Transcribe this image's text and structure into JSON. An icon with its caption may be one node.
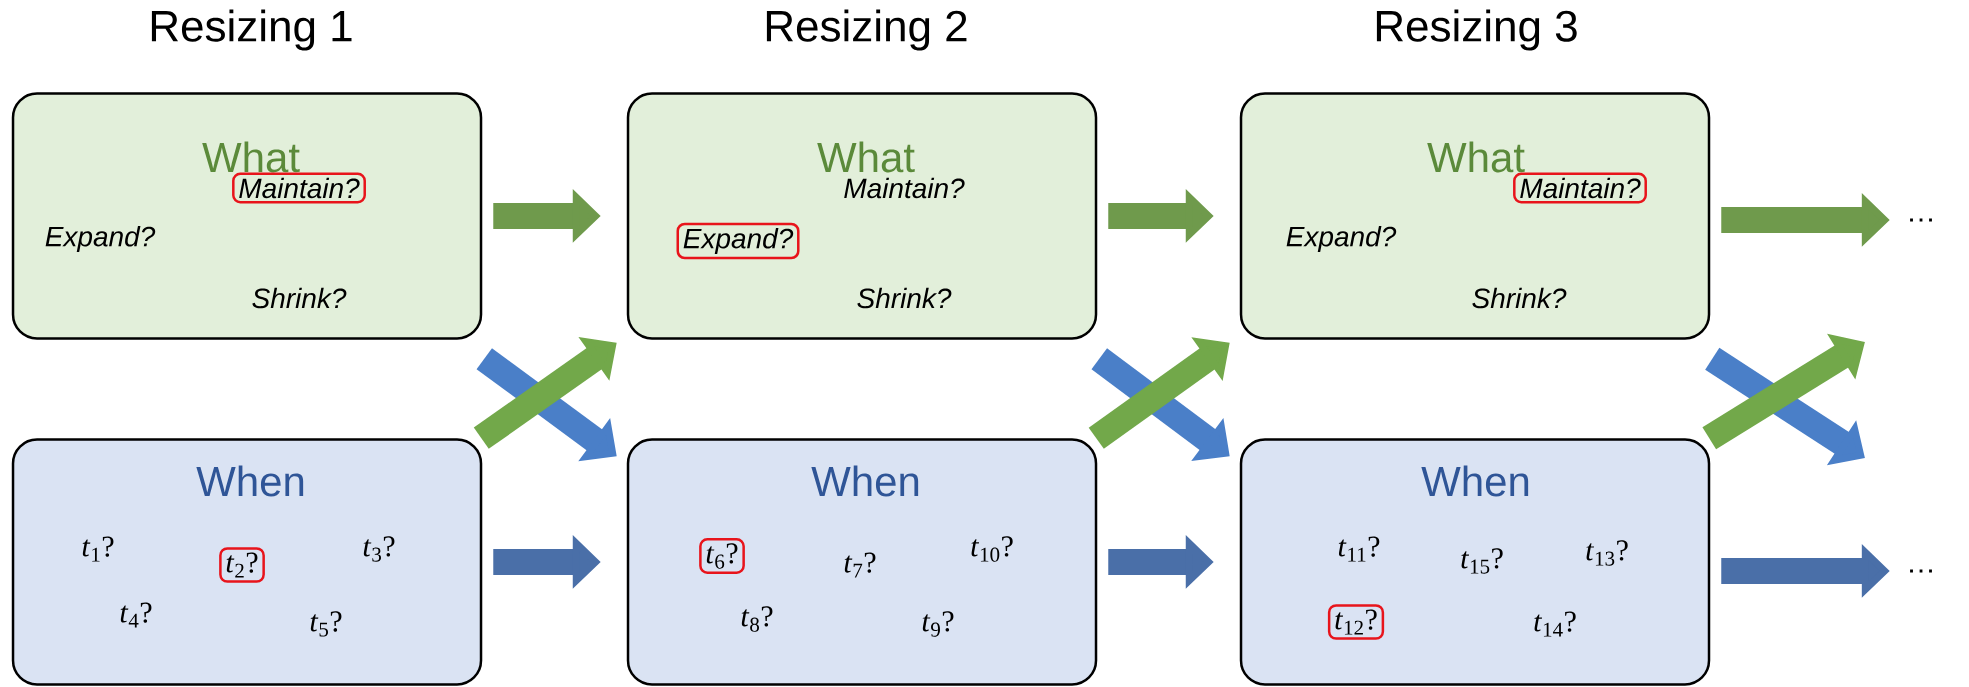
{
  "diagram": {
    "nodes": [
      {
        "text": [
          "What",
          "Expand?",
          "Shrink?"
        ]
      },
      {
        "text": [
          "Maintain?"
        ],
        "in": 0
      },
      {
        "text": [
          "When",
          "*t*$_{1}$?",
          "*t*$_{3}$?",
          "*t*$_{4}$?",
          "*t*$_{5}$?"
        ]
      },
      {
        "text": [
          "*t*$_{2}$?"
        ],
        "in": 2
      },
      {
        "text": [
          "What",
          "Maintain?",
          "Shrink?"
        ]
      },
      {
        "text": [
          "Expand?"
        ],
        "in": 4
      },
      {
        "text": [
          "When",
          "*t*$_{7}$?",
          "*t*$_{10}$?",
          "*t*$_{8}$?",
          "*t*$_{9}$?"
        ]
      },
      {
        "text": [
          "*t*$_{6}$?"
        ],
        "in": 6
      },
      {
        "text": [
          "What",
          "Expand?",
          "Shrink?"
        ]
      },
      {
        "text": [
          "Maintain?"
        ],
        "in": 8
      },
      {
        "text": [
          "When",
          "*t*$_{11}$?",
          "*t*$_{15}$?",
          "*t*$_{13}$?",
          "*t*$_{14}$?"
        ]
      },
      {
        "text": [
          "*t*$_{12}$?"
        ],
        "in": 10
      },
      {
        "text": [
          "…"
        ]
      },
      {
        "text": [
          "…"
        ]
      }
    ],
    "edges": [
      {
        "from": 0,
        "to": 4,
        "arrow": "to",
        "color": "#6f9a4c"
      },
      {
        "from": 2,
        "to": 6,
        "arrow": "to",
        "color": "#4a6fa8"
      },
      {
        "from": 0,
        "to": 6,
        "arrow": "to",
        "color": "#4a7fc8"
      },
      {
        "from": 2,
        "to": 4,
        "arrow": "to",
        "color": "#72a84a"
      },
      {
        "from": 4,
        "to": 8,
        "arrow": "to",
        "color": "#6f9a4c"
      },
      {
        "from": 6,
        "to": 10,
        "arrow": "to",
        "color": "#4a6fa8"
      },
      {
        "from": 4,
        "to": 10,
        "arrow": "to",
        "color": "#4a7fc8"
      },
      {
        "from": 6,
        "to": 8,
        "arrow": "to",
        "color": "#72a84a"
      },
      {
        "from": 8,
        "to": 12,
        "arrow": "to",
        "color": "#6f9a4c"
      },
      {
        "from": 10,
        "to": 13,
        "arrow": "to",
        "color": "#4a6fa8"
      },
      {
        "from": 8,
        "to": null,
        "arrow": "to",
        "color": "#4a7fc8"
      },
      {
        "from": 10,
        "to": null,
        "arrow": "to",
        "color": "#72a84a"
      }
    ],
    "labels": [
      "Resizing 1",
      "Resizing 2",
      "Resizing 3"
    ]
  }
}
